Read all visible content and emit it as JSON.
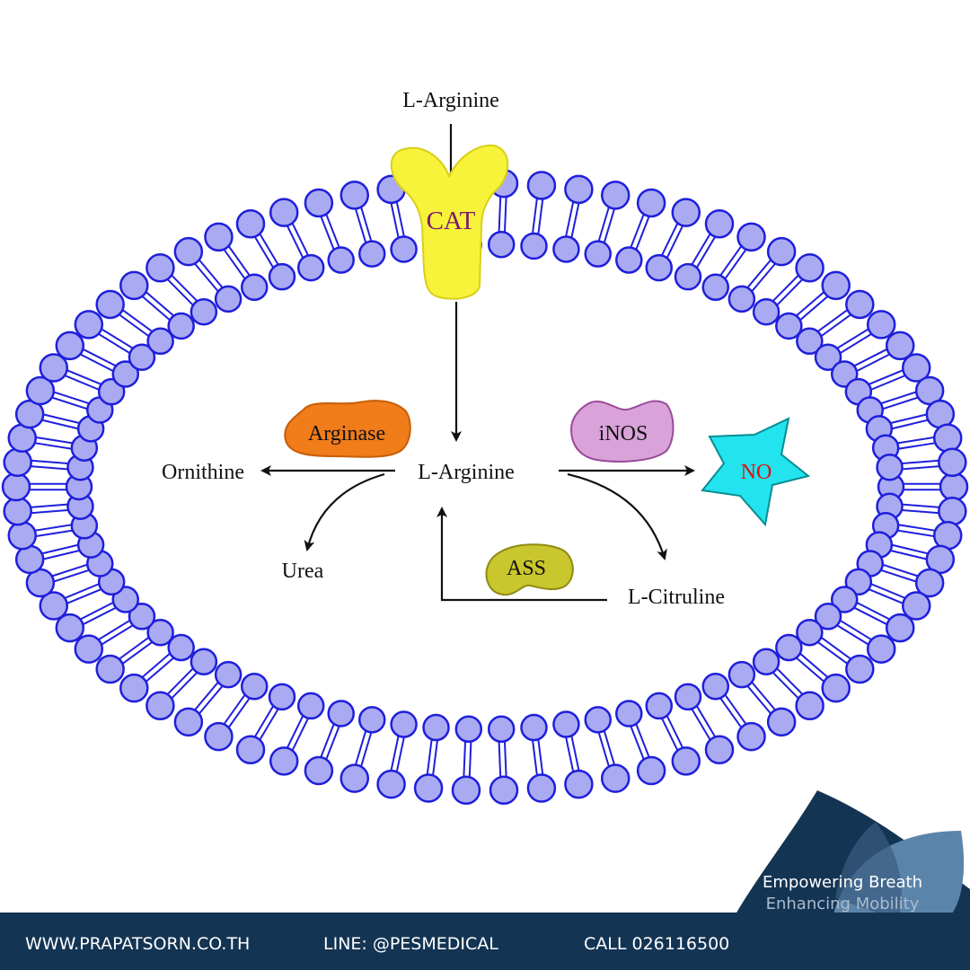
{
  "diagram": {
    "top_label": "L-Arginine",
    "transporter": "CAT",
    "center_label": "L-Arginine",
    "ornithine": "Ornithine",
    "urea": "Urea",
    "citruline": "L-Citruline",
    "product": "NO",
    "enzymes": {
      "arginase": "Arginase",
      "inos": "iNOS",
      "ass": "ASS"
    }
  },
  "colors": {
    "lipid_head_fill": "#aaaaf2",
    "lipid_stroke": "#1f1fdc",
    "cat": "#f7f23a",
    "arginase": "#f07c1a",
    "inos": "#d9a2d9",
    "ass": "#c9c62e",
    "no_star": "#22e3ee",
    "no_text": "#e01010",
    "footer_dark": "#143453",
    "leaf_light": "#5b84aa"
  },
  "footer": {
    "tagline_1": "Empowering Breath",
    "tagline_2": "Enhancing Mobility",
    "website": "WWW.PRAPATSORN.CO.TH",
    "line": "LINE: @PESMEDICAL",
    "call": "CALL 026116500"
  }
}
